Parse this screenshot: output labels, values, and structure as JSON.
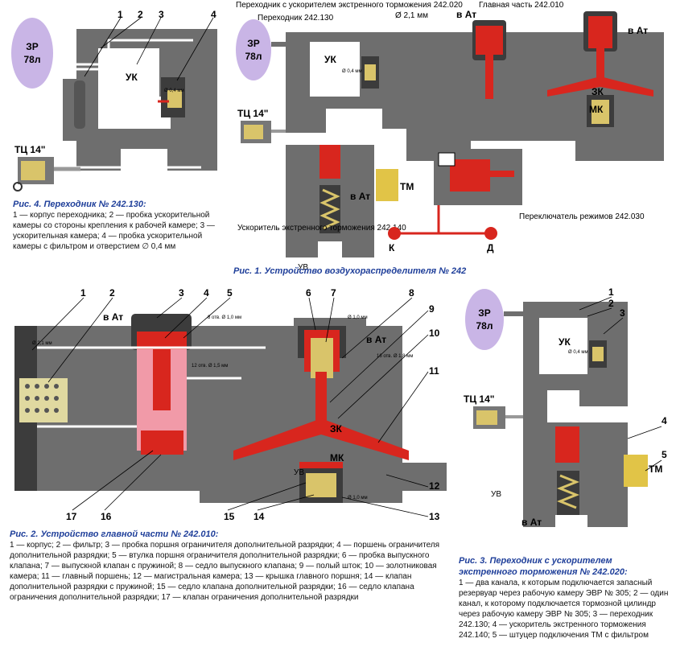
{
  "colors": {
    "body": "#6e6e6e",
    "dark": "#3c3c3c",
    "red": "#d8261e",
    "pink": "#f19aa8",
    "tank": "#c9b5e6",
    "tm": "#e1c447",
    "caption": "#1f3f9a"
  },
  "fig4": {
    "tank": [
      "ЗР",
      "78л"
    ],
    "numbers": [
      "1",
      "2",
      "3",
      "4"
    ],
    "uk": "УК",
    "orifice": "Ø 0,4 мм",
    "tc": "ТЦ 14\"",
    "title": "Рис. 4. Переходник № 242.130:",
    "caption": "1 — корпус переходника; 2 — пробка ускорительной камеры со стороны крепления к рабочей камере; 3 — ускорительная камера; 4 — пробка ускорительной камеры с фильтром и отверстием ∅ 0,4 мм"
  },
  "fig1": {
    "adapter_accel": "Переходник с ускорителем экстренного торможения 242.020",
    "adapter": "Переходник 242.130",
    "main_part": "Главная часть 242.010",
    "tank": [
      "ЗР",
      "78л"
    ],
    "uk": "УК",
    "orifice": "Ø 0,4 мм",
    "d21": "Ø 2,1 мм",
    "vat1": "в Ат",
    "vat2": "в Ат",
    "vat3": "в Ат",
    "zk": "ЗК",
    "mk": "МК",
    "tc": "ТЦ 14\"",
    "tm": "ТМ",
    "k": "К",
    "d": "Д",
    "uv": "УВ",
    "accel_label": "Ускоритель экстренного торможения 242.140",
    "switch_label": "Переключатель режимов 242.030",
    "title": "Рис. 1. Устройство воздухораспределителя № 242"
  },
  "fig2": {
    "numbers_top": [
      "1",
      "2",
      "3",
      "4",
      "5",
      "6",
      "7",
      "8"
    ],
    "numbers_right": [
      "9",
      "10",
      "11",
      "12",
      "13"
    ],
    "numbers_bottom": [
      "17",
      "16",
      "15",
      "14"
    ],
    "d21": "Ø 2,1 мм",
    "vat1": "в Ат",
    "vat2": "в Ат",
    "holes8": "8 отв. Ø 1,0 мм",
    "d10": "Ø 1,0 мм",
    "holes16": "16 отв. Ø 1,8 мм",
    "holes12": "12 отв. Ø 1,5 мм",
    "zk": "ЗК",
    "mk": "МК",
    "uv": "УВ",
    "d10b": "Ø 1,0 мм",
    "title": "Рис. 2. Устройство главной части № 242.010:",
    "caption": "1 — корпус; 2 — фильтр; 3 — пробка поршня ограничителя дополнительной разрядки; 4 — поршень ограничителя дополнительной разрядки; 5 — втулка поршня ограничителя дополнительной разрядки; 6 — пробка выпускного клапана; 7 — выпускной клапан с пружиной; 8 — седло выпускного клапана; 9 — полый шток; 10 — золотниковая камера; 11 — главный поршень; 12 — магистральная камера; 13 — крышка главного поршня; 14 — клапан дополнительной разрядки с пружиной; 15 — седло клапана дополнительной разрядки; 16 — седло клапана ограничения дополнительной разрядки; 17 — клапан ограничения дополнительной разрядки"
  },
  "fig3": {
    "numbers": [
      "1",
      "2",
      "3",
      "4",
      "5"
    ],
    "tank": [
      "ЗР",
      "78л"
    ],
    "uk": "УК",
    "orifice": "Ø 0,4 мм",
    "tc": "ТЦ 14\"",
    "tm": "ТМ",
    "uv": "УВ",
    "vat": "в Ат",
    "title": "Рис. 3. Переходник с ускорителем экстренного торможения № 242.020:",
    "caption": "1 — два канала, к которым подключается запасный резервуар через рабочую камеру ЭВР № 305; 2 — один канал, к которому подключается тормозной цилиндр через рабочую камеру ЭВР № 305; 3 — переходник 242.130; 4 — ускоритель экстренного торможения 242.140; 5 — штуцер подключения ТМ с фильтром"
  }
}
